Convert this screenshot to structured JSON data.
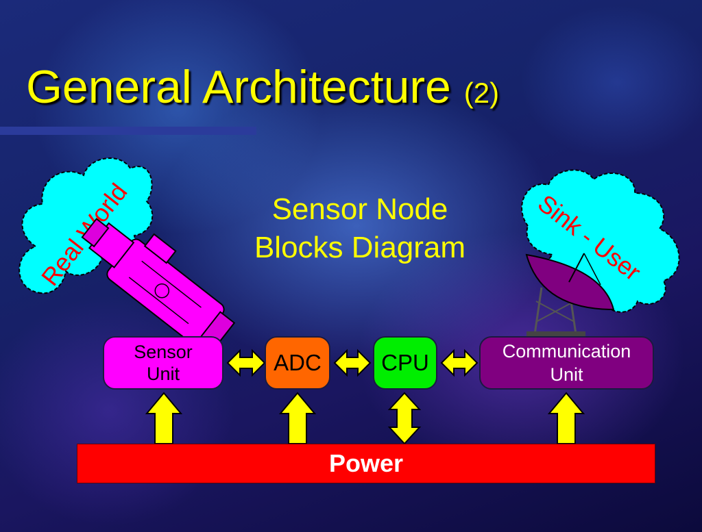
{
  "slide": {
    "title_main": "General Architecture",
    "title_sub": "(2)"
  },
  "diagram": {
    "heading_line1": "Sensor Node",
    "heading_line2": "Blocks Diagram",
    "cloud_left_label": "Real World",
    "cloud_right_label": "Sink - User",
    "blocks": {
      "sensor_unit_line1": "Sensor",
      "sensor_unit_line2": "Unit",
      "adc": "ADC",
      "cpu": "CPU",
      "comm_unit_line1": "Communication",
      "comm_unit_line2": "Unit"
    },
    "power_label": "Power"
  },
  "colors": {
    "title": "#ffff00",
    "sensor_unit": "#ff00ff",
    "adc": "#ff6600",
    "cpu": "#00ee00",
    "comm_unit": "#800080",
    "power": "#ff0000",
    "arrow": "#ffff00",
    "cloud": "#00ffff",
    "cloud_text": "#ff0000"
  },
  "icons": {
    "left": "video-camera-icon",
    "right": "satellite-dish-icon"
  }
}
